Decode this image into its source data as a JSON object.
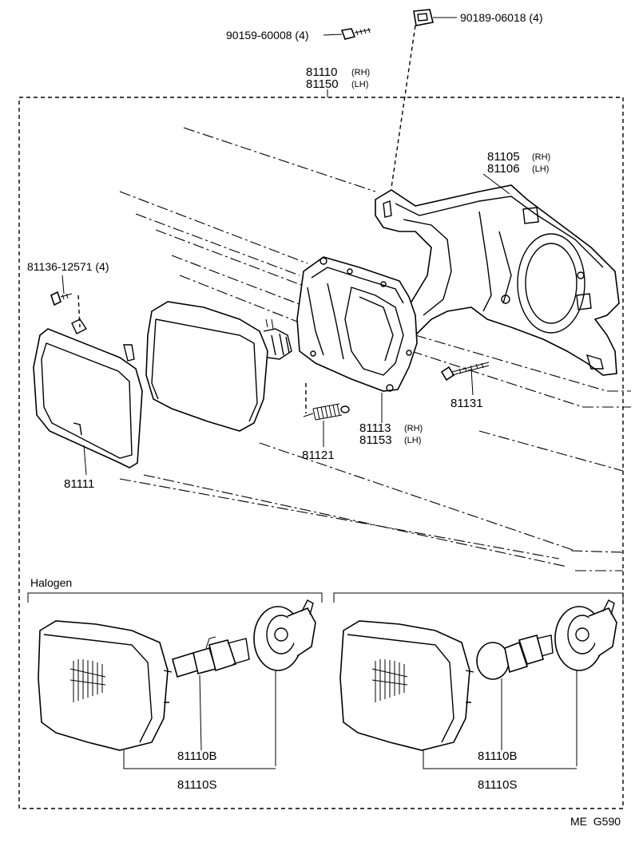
{
  "labels": {
    "screw_top": "90159-60008 (4)",
    "clip_top": "90189-06018 (4)",
    "assy_rh": "81110",
    "assy_rh_tag": "(RH)",
    "assy_lh": "81150",
    "assy_lh_tag": "(LH)",
    "bracket_rh": "81105",
    "bracket_rh_tag": "(RH)",
    "bracket_lh": "81106",
    "bracket_lh_tag": "(LH)",
    "screw_left": "81136-12571 (4)",
    "bolt": "81131",
    "housing_rh": "81113",
    "housing_rh_tag": "(RH)",
    "housing_lh": "81153",
    "housing_lh_tag": "(LH)",
    "spring": "81121",
    "ring": "81111",
    "halogen": "Halogen",
    "bulb_left": "81110B",
    "socket_left": "81110S",
    "bulb_right": "81110B",
    "socket_right": "81110S",
    "footer": "ME  G590"
  }
}
